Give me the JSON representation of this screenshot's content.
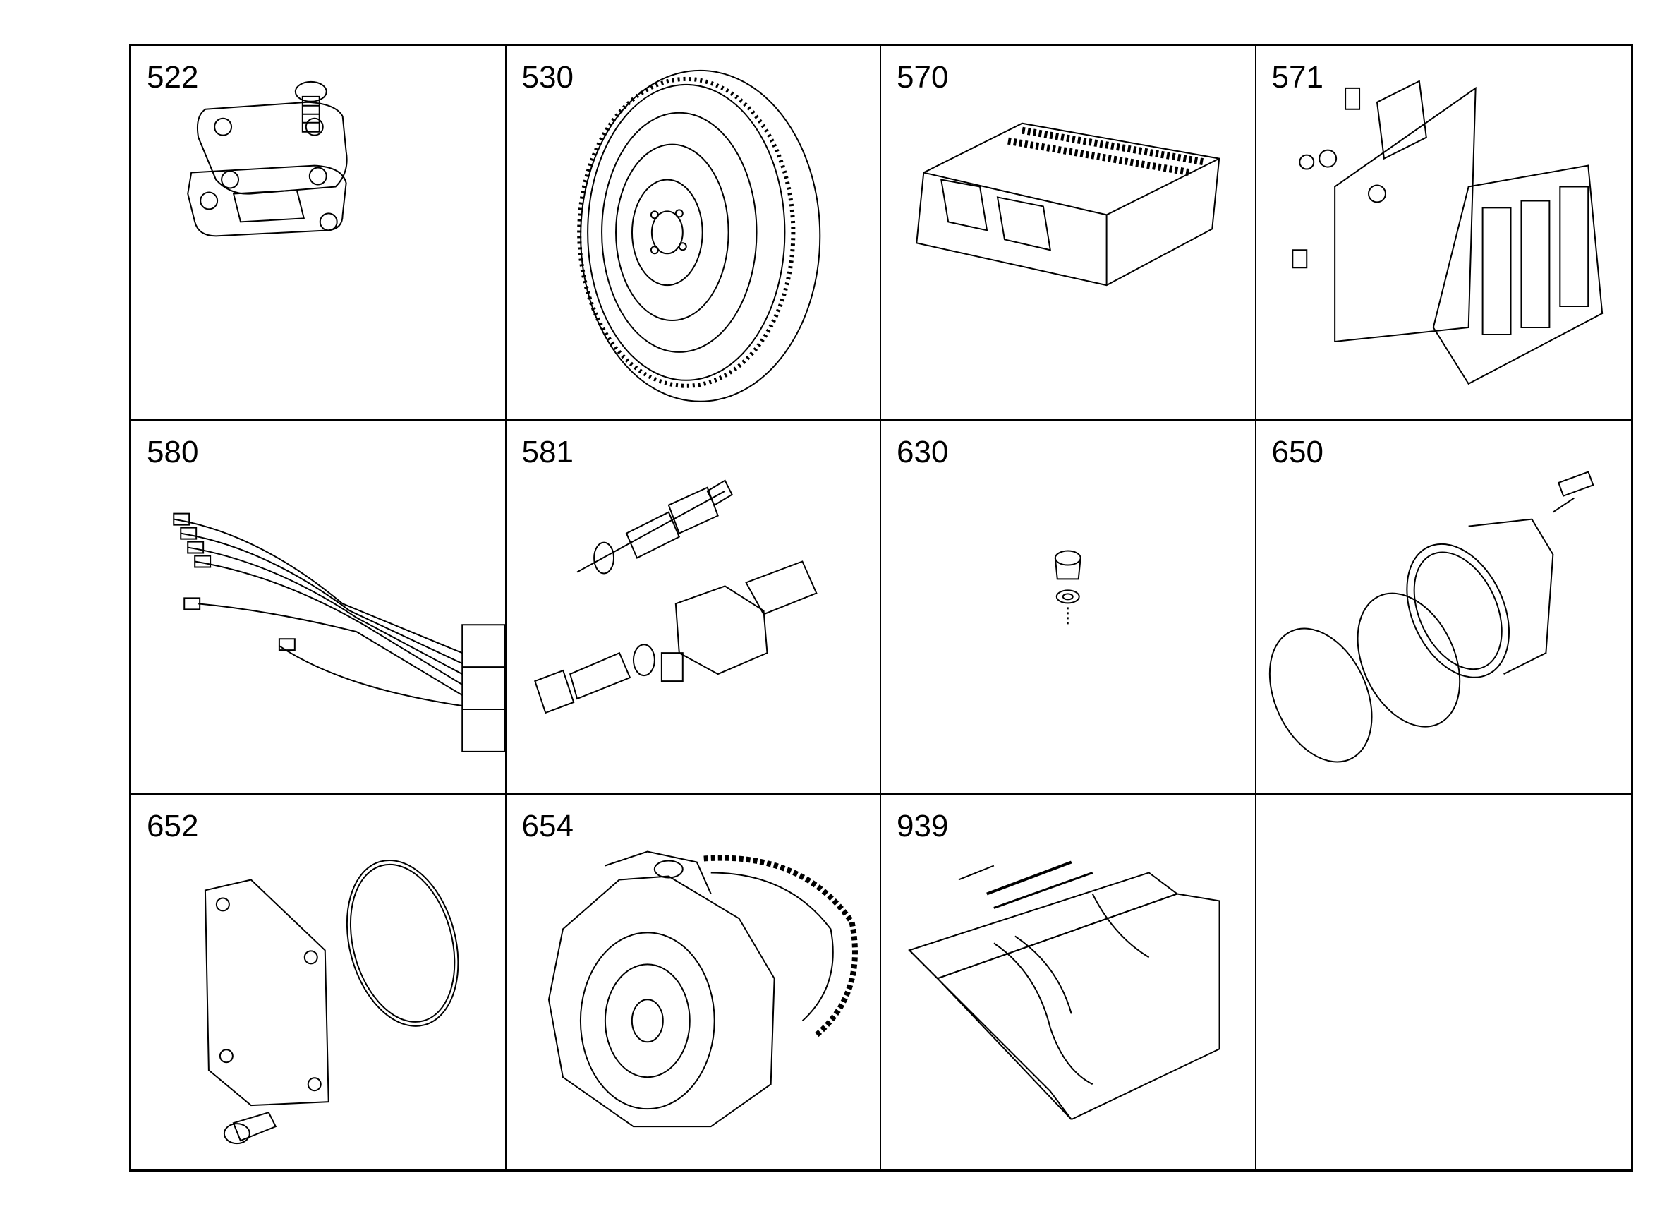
{
  "colors": {
    "line": "#000000",
    "background": "#ffffff"
  },
  "parts": [
    {
      "number": "522",
      "icon": "gasket-plate-and-bolt-icon"
    },
    {
      "number": "530",
      "icon": "flywheel-icon"
    },
    {
      "number": "570",
      "icon": "control-unit-icon"
    },
    {
      "number": "571",
      "icon": "mounting-bracket-icon"
    },
    {
      "number": "580",
      "icon": "wiring-harness-icon"
    },
    {
      "number": "581",
      "icon": "sensor-switches-icon"
    },
    {
      "number": "630",
      "icon": "plug-screw-icon"
    },
    {
      "number": "650",
      "icon": "housing-and-o-rings-icon"
    },
    {
      "number": "652",
      "icon": "cover-and-o-ring-icon"
    },
    {
      "number": "654",
      "icon": "pump-with-gear-icon"
    },
    {
      "number": "939",
      "icon": "manual-booklet-icon"
    },
    {
      "number": "",
      "icon": ""
    }
  ]
}
